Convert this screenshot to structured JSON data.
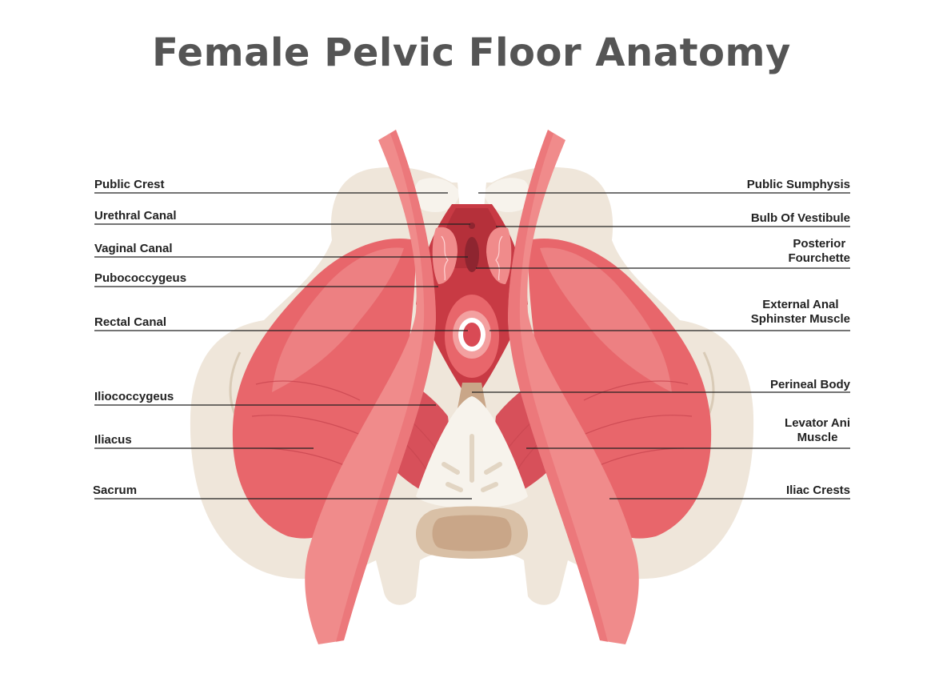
{
  "title": "Female Pelvic Floor Anatomy",
  "colors": {
    "bone": "#efe6da",
    "bone_shadow": "#e2d5c3",
    "bone_light": "#f7f3ec",
    "muscle": "#e8666b",
    "muscle_light": "#f08b8b",
    "muscle_dark": "#cc4a52",
    "inner": "#c83a44",
    "tan": "#c9a688",
    "leader_line": "#222222",
    "title_color": "#555555"
  },
  "labels": {
    "left": {
      "public_crest": "Public Crest",
      "urethral_canal": "Urethral Canal",
      "vaginal_canal": "Vaginal Canal",
      "pubococcygeus": "Pubococcygeus",
      "rectal_canal": "Rectal Canal",
      "iliococcygeus": "Iliococcygeus",
      "iliacus": "Iliacus",
      "sacrum": "Sacrum"
    },
    "right": {
      "public_sumphysis": "Public Sumphysis",
      "bulb_of_vestibule": "Bulb Of Vestibule",
      "posterior_fourchette_1": "Posterior",
      "posterior_fourchette_2": "Fourchette",
      "external_anal_1": "External Anal",
      "external_anal_2": "Sphinster Muscle",
      "perineal_body": "Perineal Body",
      "levator_ani_1": "Levator Ani",
      "levator_ani_2": "Muscle",
      "iliac_crests": "Iliac Crests"
    }
  }
}
